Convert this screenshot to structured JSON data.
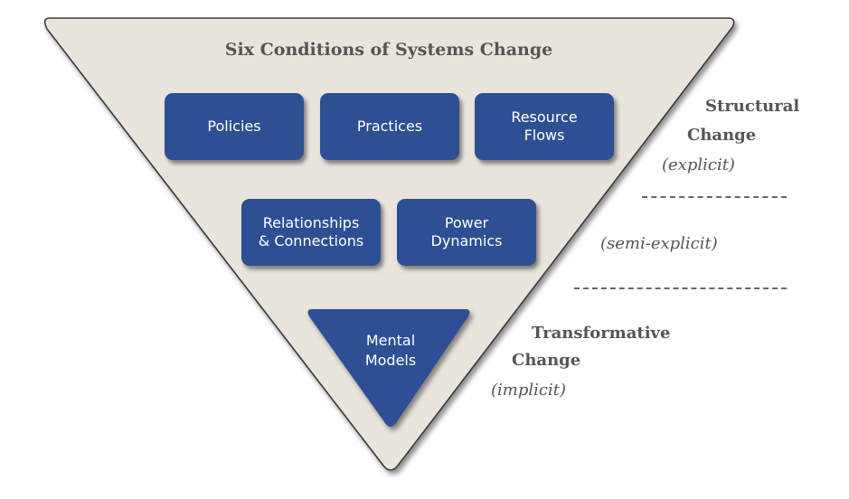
{
  "title": "Six Conditions of Systems Change",
  "boxes": {
    "policies": "Policies",
    "practices": "Practices",
    "resource_flows": "Resource\nFlows",
    "relationships": "Relationships\n& Connections",
    "power": "Power\nDynamics",
    "mental_models": "Mental\nModels"
  },
  "side_labels": {
    "structural_line1": "Structural",
    "structural_line2": "Change",
    "explicit": "(explicit)",
    "semi_explicit": "(semi-explicit)",
    "transformative_line1": "Transformative",
    "transformative_line2": "Change",
    "implicit": "(implicit)"
  },
  "colors": {
    "box_fill": "#2f4f94",
    "triangle_fill": "#e9e4dc",
    "label_text": "#555555"
  }
}
